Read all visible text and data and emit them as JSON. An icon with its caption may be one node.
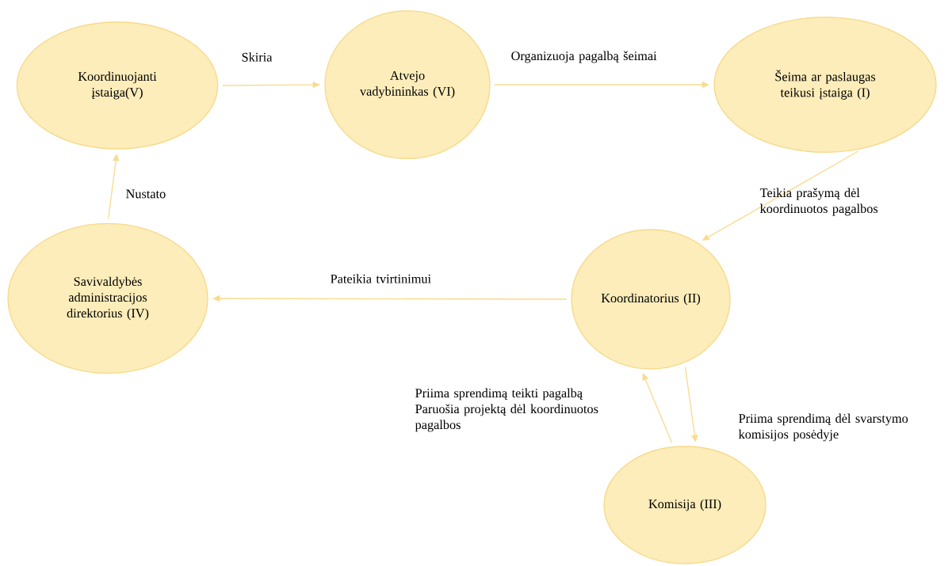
{
  "diagram": {
    "nodes": [
      {
        "text": [
          "Koordinuojanti įstaiga(V)"
        ]
      },
      {
        "text": [
          "Atvejo vadybininkas (VI)"
        ]
      },
      {
        "text": [
          "Šeima ar paslaugas teikusi įstaiga (I)"
        ]
      },
      {
        "text": [
          "Savivaldybės administracijos direktorius (IV)"
        ]
      },
      {
        "text": [
          "Koordinatorius (II)"
        ]
      },
      {
        "text": [
          "Komisija (III)"
        ]
      }
    ],
    "edges": [
      {
        "from": 0,
        "to": 1,
        "arrow": "to",
        "label": "Skiria"
      },
      {
        "from": 1,
        "to": 2,
        "arrow": "to",
        "label": "Organizuoja pagalbą šeimai"
      },
      {
        "from": 2,
        "to": 4,
        "arrow": "to",
        "label": "Teikia prašymą dėl koordinuotos pagalbos"
      },
      {
        "from": 4,
        "to": 3,
        "arrow": "to",
        "label": "Pateikia tvirtinimui"
      },
      {
        "from": 3,
        "to": 0,
        "arrow": "to",
        "label": "Nustato"
      },
      {
        "from": 4,
        "to": 5,
        "arrow": "to",
        "label": "Priima sprendimą dėl svarstymo komisijos posėdyje"
      },
      {
        "from": 5,
        "to": 4,
        "arrow": "to",
        "label": "Priima sprendimą teikti pagalbą Paruošia projektą dėl koordinuotos pagalbos"
      }
    ]
  }
}
